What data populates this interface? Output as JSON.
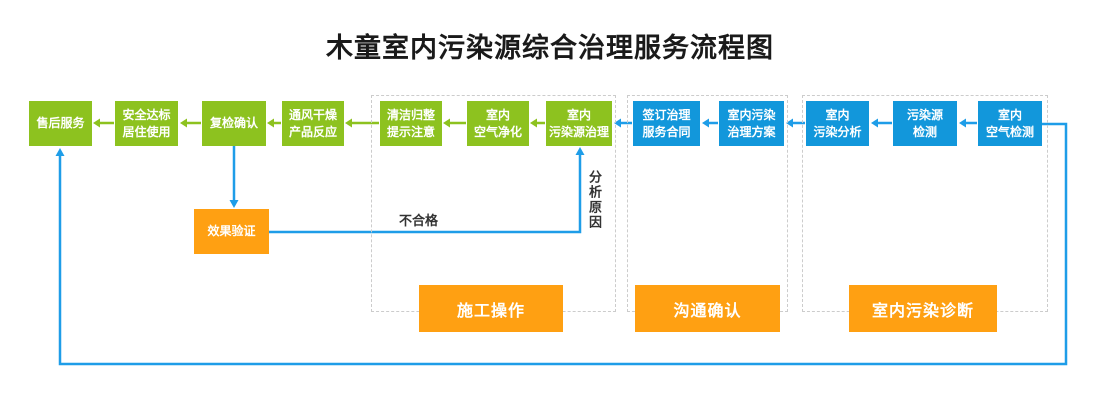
{
  "title": "木童室内污染源综合治理服务流程图",
  "colors": {
    "green_box": "#8DC21F",
    "blue_box": "#1297DB",
    "orange_box": "#FFA012",
    "arrow_blue": "#1E9DE8",
    "dashed_border": "#CCCCCC",
    "title_color": "#1A1A1A"
  },
  "flow": {
    "nodes": [
      {
        "id": "after-sales-service",
        "label": "售后服务",
        "color": "green"
      },
      {
        "id": "safety-compliant-living-use",
        "label": "安全达标\n居住使用",
        "color": "green"
      },
      {
        "id": "recheck-confirm",
        "label": "复检确认",
        "color": "green"
      },
      {
        "id": "ventilation-drying-product-reaction",
        "label": "通风干燥\n产品反应",
        "color": "green"
      },
      {
        "id": "cleanup-tidy-reminders",
        "label": "清洁归整\n提示注意",
        "color": "green"
      },
      {
        "id": "indoor-air-purification",
        "label": "室内\n空气净化",
        "color": "green"
      },
      {
        "id": "indoor-pollution-source-treatment",
        "label": "室内\n污染源治理",
        "color": "green"
      },
      {
        "id": "sign-treatment-service-contract",
        "label": "签订治理\n服务合同",
        "color": "blue"
      },
      {
        "id": "indoor-pollution-treatment-plan",
        "label": "室内污染\n治理方案",
        "color": "blue"
      },
      {
        "id": "indoor-pollution-analysis",
        "label": "室内\n污染分析",
        "color": "blue"
      },
      {
        "id": "pollution-source-detection",
        "label": "污染源\n检测",
        "color": "blue"
      },
      {
        "id": "indoor-air-detection",
        "label": "室内\n空气检测",
        "color": "blue"
      }
    ],
    "verify_node": {
      "id": "effect-verification",
      "label": "效果验证",
      "color": "orange"
    },
    "groups": [
      {
        "id": "construction-operation",
        "label": "施工操作"
      },
      {
        "id": "communication-confirmation",
        "label": "沟通确认"
      },
      {
        "id": "indoor-pollution-diagnosis",
        "label": "室内污染诊断"
      }
    ],
    "annotations": {
      "fail_label": "不合格",
      "analyze_label": "分析原因"
    }
  }
}
